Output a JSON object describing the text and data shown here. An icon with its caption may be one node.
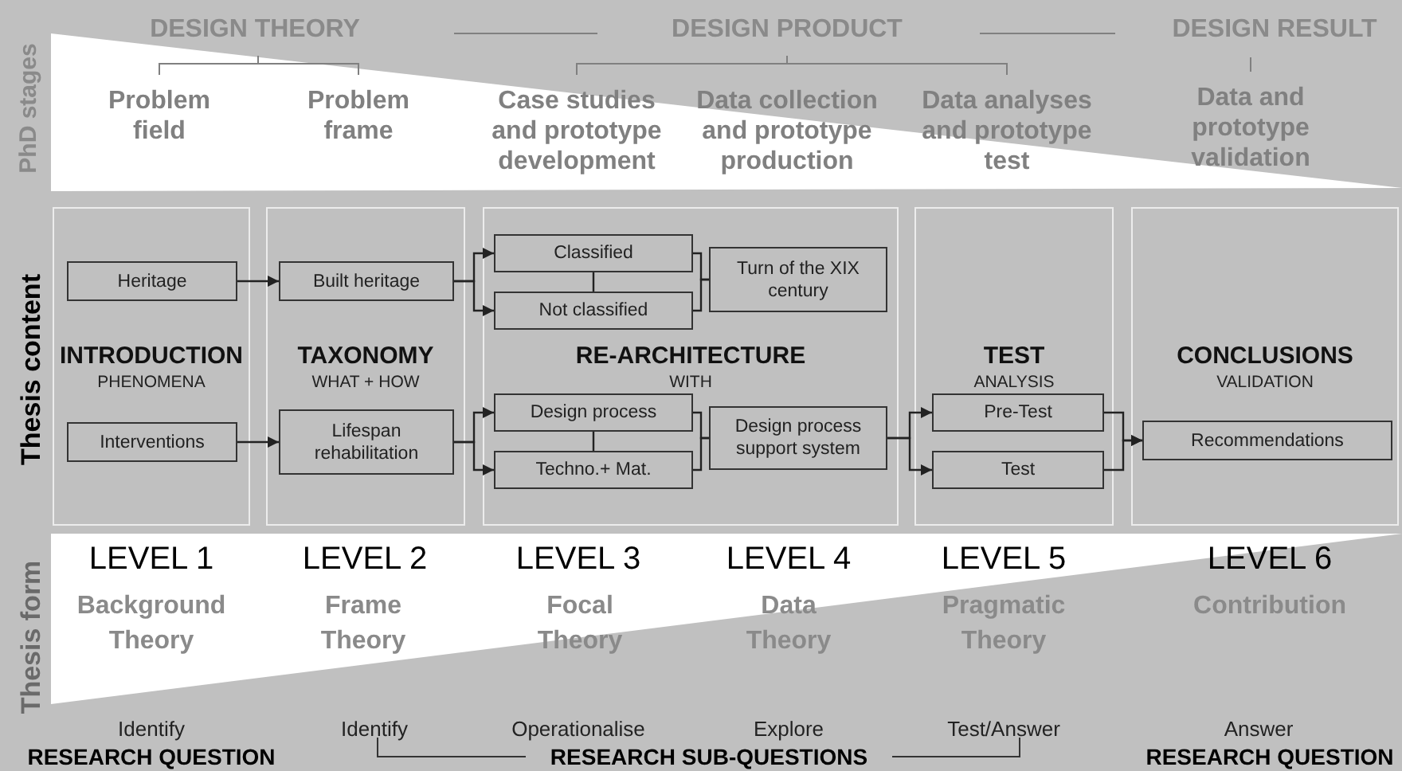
{
  "diagram": {
    "nodes": [
      {
        "text": [
          "INTRODUCTION",
          "PHENOMENA"
        ]
      },
      {
        "text": [
          "Heritage"
        ],
        "in": 0
      },
      {
        "text": [
          "Interventions"
        ],
        "in": 0
      },
      {
        "text": [
          "TAXONOMY",
          "WHAT + HOW"
        ]
      },
      {
        "text": [
          "Built heritage"
        ],
        "in": 3
      },
      {
        "text": [
          "Lifespan rehabilitation"
        ],
        "in": 3
      },
      {
        "text": [
          "RE-ARCHITECTURE",
          "WITH"
        ]
      },
      {
        "text": [
          "Classified"
        ],
        "in": 6
      },
      {
        "text": [
          "Not classified"
        ],
        "in": 6
      },
      {
        "text": [
          "Turn of the XIX century"
        ],
        "in": 6
      },
      {
        "text": [
          "Design process"
        ],
        "in": 6
      },
      {
        "text": [
          "Techno.+ Mat."
        ],
        "in": 6
      },
      {
        "text": [
          "Design process support system"
        ],
        "in": 6
      },
      {
        "text": [
          "TEST",
          "ANALYSIS"
        ]
      },
      {
        "text": [
          "Pre-Test"
        ],
        "in": 13
      },
      {
        "text": [
          "Test"
        ],
        "in": 13
      },
      {
        "text": [
          "CONCLUSIONS",
          "VALIDATION"
        ]
      },
      {
        "text": [
          "Recommendations"
        ],
        "in": 16
      }
    ],
    "edges": [
      {
        "from": 1,
        "to": 4,
        "arrow": "to"
      },
      {
        "from": 2,
        "to": 5,
        "arrow": "to"
      },
      {
        "from": 4,
        "to": 7,
        "arrow": "to"
      },
      {
        "from": 4,
        "to": 8,
        "arrow": "to"
      },
      {
        "from": 5,
        "to": 10,
        "arrow": "to"
      },
      {
        "from": 5,
        "to": 11,
        "arrow": "to"
      },
      {
        "from": 7,
        "to": 8,
        "arrow": "none"
      },
      {
        "from": 7,
        "to": 9,
        "arrow": "none"
      },
      {
        "from": 8,
        "to": 9,
        "arrow": "none"
      },
      {
        "from": 10,
        "to": 11,
        "arrow": "none"
      },
      {
        "from": 10,
        "to": 12,
        "arrow": "none"
      },
      {
        "from": 11,
        "to": 12,
        "arrow": "none"
      },
      {
        "from": 12,
        "to": 14,
        "arrow": "to"
      },
      {
        "from": 12,
        "to": 15,
        "arrow": "to"
      },
      {
        "from": 14,
        "to": 17,
        "arrow": "to"
      },
      {
        "from": 15,
        "to": 17,
        "arrow": "to"
      }
    ],
    "labels": [
      "DESIGN THEORY",
      "DESIGN PRODUCT",
      "DESIGN RESULT",
      "PhD stages",
      "Problem field",
      "Problem frame",
      "Case studies and prototype development",
      "Data collection and prototype production",
      "Data analyses and prototype test",
      "Data and prototype validation",
      "Thesis content",
      "LEVEL 1",
      "LEVEL 2",
      "LEVEL 3",
      "LEVEL 4",
      "LEVEL 5",
      "LEVEL 6",
      "Thesis form",
      "Background Theory",
      "Frame Theory",
      "Focal Theory",
      "Data Theory",
      "Pragmatic Theory",
      "Contribution",
      "Identify",
      "Identify",
      "Operationalise",
      "Explore",
      "Test/Answer",
      "Answer",
      "RESEARCH QUESTION",
      "RESEARCH SUB-QUESTIONS",
      "RESEARCH QUESTION"
    ]
  }
}
